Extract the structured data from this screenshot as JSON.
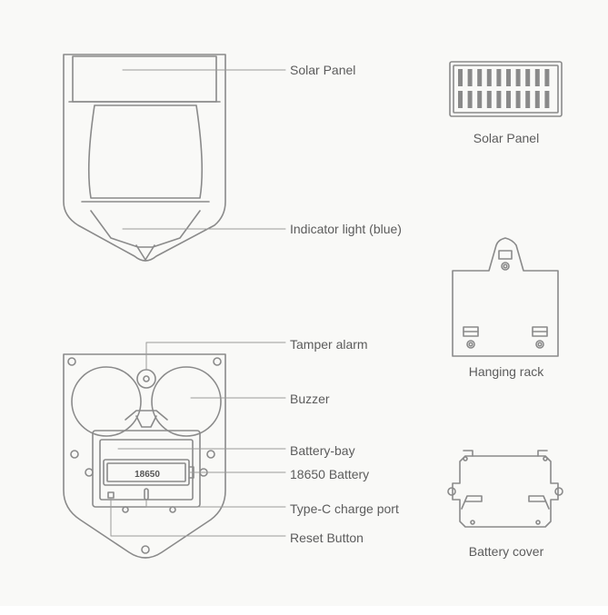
{
  "labels": {
    "solar_panel": "Solar Panel",
    "indicator_light": "Indicator light (blue)",
    "tamper_alarm": "Tamper alarm",
    "buzzer": "Buzzer",
    "battery_bay": "Battery-bay",
    "battery_18650": "18650 Battery",
    "typec_port": "Type-C charge port",
    "reset_button": "Reset Button"
  },
  "captions": {
    "solar_panel": "Solar Panel",
    "hanging_rack": "Hanging rack",
    "battery_cover": "Battery cover"
  },
  "battery_text": "18650",
  "colors": {
    "background": "#f9f9f7",
    "stroke": "#8a8a8a",
    "text": "#5c5c5c"
  }
}
